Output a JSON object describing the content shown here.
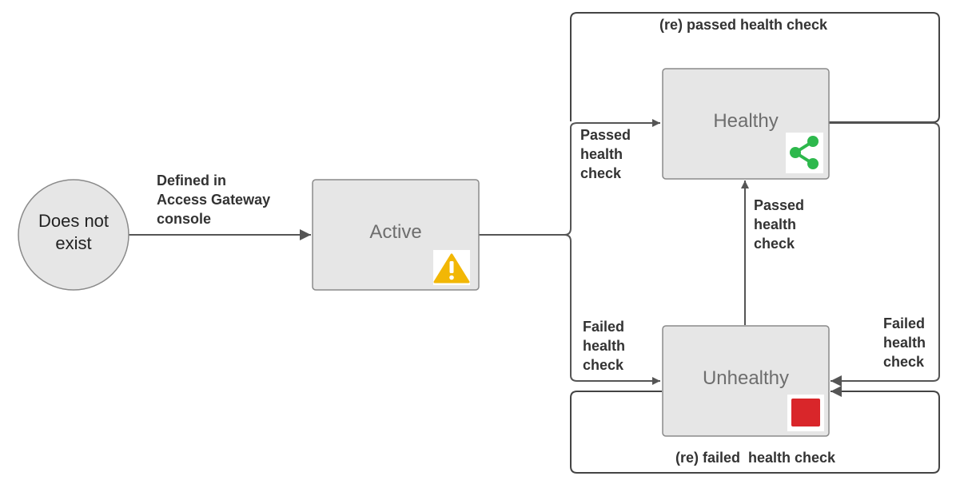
{
  "diagram": {
    "nodes": {
      "does_not_exist": {
        "label_lines": [
          "Does not",
          "exist"
        ]
      },
      "active": {
        "label": "Active",
        "icon": "warning-icon",
        "icon_color": "#f2b705"
      },
      "healthy": {
        "label": "Healthy",
        "icon": "share-icon",
        "icon_color": "#2db84c"
      },
      "unhealthy": {
        "label": "Unhealthy",
        "icon": "stop-icon",
        "icon_color": "#d9262a"
      }
    },
    "edges": {
      "defined": {
        "label_lines": [
          "Defined in",
          "Access Gateway",
          "console"
        ]
      },
      "re_passed": {
        "label": "(re) passed health check"
      },
      "active_to_healthy": {
        "label_lines": [
          "Passed",
          "health",
          "check"
        ]
      },
      "unhealthy_to_healthy": {
        "label_lines": [
          "Passed",
          "health",
          "check"
        ]
      },
      "active_to_unhealthy": {
        "label_lines": [
          "Failed",
          "health",
          "check"
        ]
      },
      "healthy_to_unhealthy": {
        "label_lines": [
          "Failed",
          "health",
          "check"
        ]
      },
      "re_failed": {
        "label": "(re) failed  health check"
      }
    },
    "colors": {
      "node_fill": "#e6e6e6",
      "node_stroke": "#8a8a8a",
      "line": "#555555",
      "frame": "#444444"
    }
  }
}
